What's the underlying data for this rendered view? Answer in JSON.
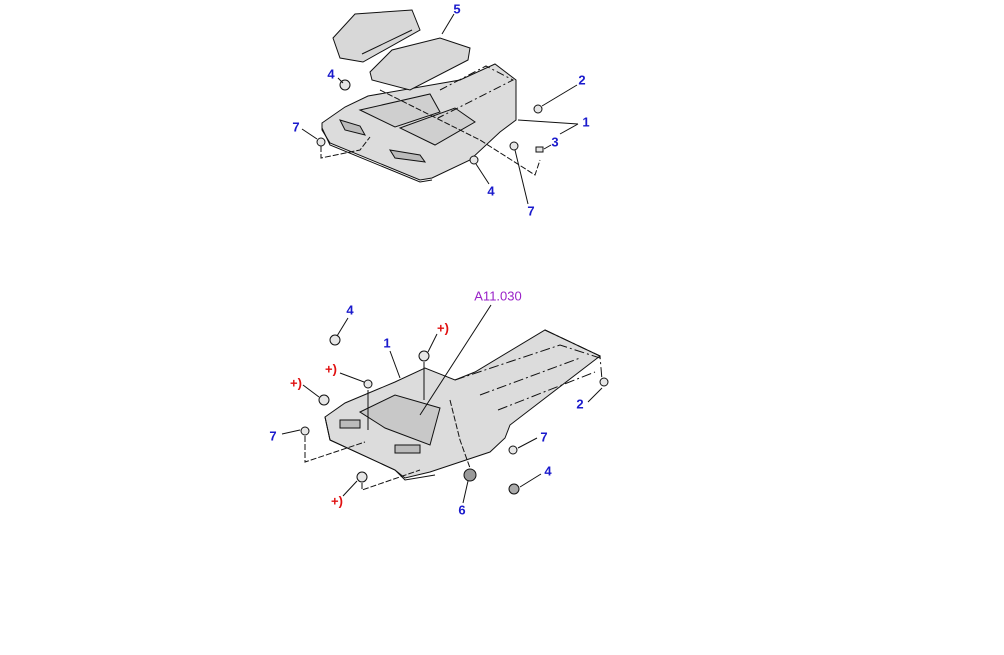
{
  "colors": {
    "callout": "#1a1acc",
    "optional": "#e01010",
    "reference": "#9a22c8"
  },
  "top_diagram": {
    "callouts": [
      "5",
      "4",
      "2",
      "1",
      "7",
      "3",
      "4",
      "7"
    ]
  },
  "bottom_diagram": {
    "reference": "A11.030",
    "callouts": [
      "4",
      "+)",
      "1",
      "+)",
      "+)",
      "7",
      "2",
      "7",
      "4",
      "6",
      "+)"
    ]
  }
}
